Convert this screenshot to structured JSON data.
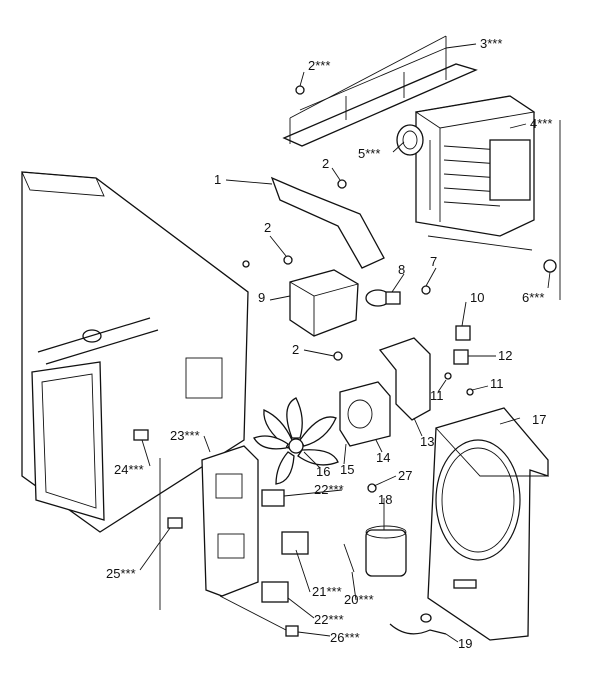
{
  "diagram": {
    "callouts": [
      {
        "id": "c1",
        "text": "1"
      },
      {
        "id": "c2a",
        "text": "2***"
      },
      {
        "id": "c2b",
        "text": "2"
      },
      {
        "id": "c2c",
        "text": "2"
      },
      {
        "id": "c2d",
        "text": "2"
      },
      {
        "id": "c3",
        "text": "3***"
      },
      {
        "id": "c4",
        "text": "4***"
      },
      {
        "id": "c5",
        "text": "5***"
      },
      {
        "id": "c6",
        "text": "6***"
      },
      {
        "id": "c7",
        "text": "7"
      },
      {
        "id": "c8",
        "text": "8"
      },
      {
        "id": "c9",
        "text": "9"
      },
      {
        "id": "c10",
        "text": "10"
      },
      {
        "id": "c11a",
        "text": "11"
      },
      {
        "id": "c11b",
        "text": "11"
      },
      {
        "id": "c12",
        "text": "12"
      },
      {
        "id": "c13",
        "text": "13"
      },
      {
        "id": "c14",
        "text": "14"
      },
      {
        "id": "c15",
        "text": "15"
      },
      {
        "id": "c16",
        "text": "16"
      },
      {
        "id": "c17",
        "text": "17"
      },
      {
        "id": "c18",
        "text": "18"
      },
      {
        "id": "c19",
        "text": "19"
      },
      {
        "id": "c20",
        "text": "20***"
      },
      {
        "id": "c21",
        "text": "21***"
      },
      {
        "id": "c22a",
        "text": "22***"
      },
      {
        "id": "c22b",
        "text": "22***"
      },
      {
        "id": "c23",
        "text": "23***"
      },
      {
        "id": "c24",
        "text": "24***"
      },
      {
        "id": "c25",
        "text": "25***"
      },
      {
        "id": "c26",
        "text": "26***"
      },
      {
        "id": "c27",
        "text": "27"
      }
    ]
  }
}
